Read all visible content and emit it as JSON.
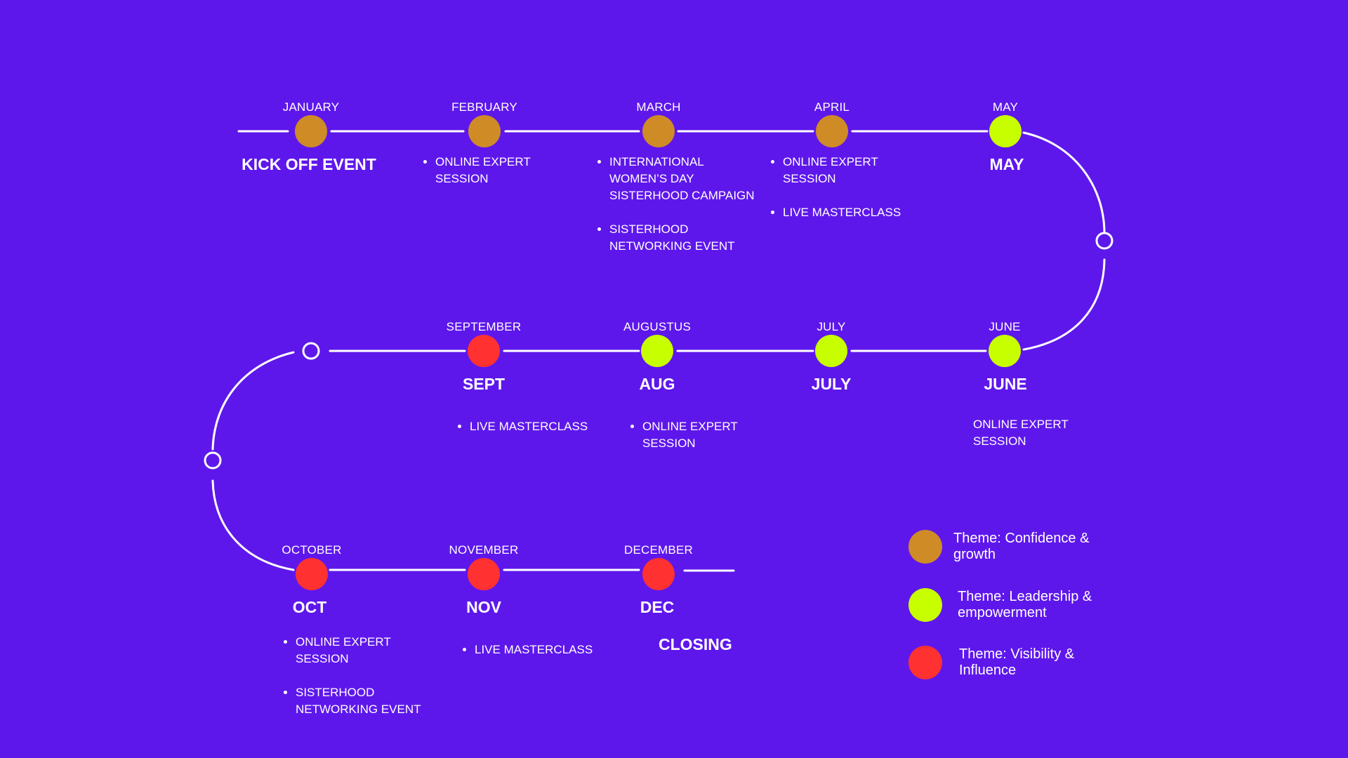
{
  "colors": {
    "background": "#5e17eb",
    "confidence": "#cf8b26",
    "leadership": "#c8ff00",
    "visibility": "#ff3131",
    "line": "#ffffff"
  },
  "months": [
    {
      "key": "january",
      "month": "JANUARY",
      "title": "KICK OFF EVENT",
      "theme": "confidence",
      "items": []
    },
    {
      "key": "february",
      "month": "FEBRUARY",
      "title": "",
      "theme": "confidence",
      "items": [
        "ONLINE EXPERT SESSION"
      ]
    },
    {
      "key": "march",
      "month": "MARCH",
      "title": "",
      "theme": "confidence",
      "items": [
        "INTERNATIONAL WOMEN’S DAY SISTERHOOD CAMPAIGN",
        "SISTERHOOD NETWORKING EVENT"
      ]
    },
    {
      "key": "april",
      "month": "APRIL",
      "title": "",
      "theme": "confidence",
      "items": [
        "ONLINE EXPERT SESSION",
        "LIVE MASTERCLASS"
      ]
    },
    {
      "key": "may",
      "month": "MAY",
      "title": "MAY",
      "theme": "leadership",
      "items": []
    },
    {
      "key": "june",
      "month": "JUNE",
      "title": "JUNE",
      "theme": "leadership",
      "items": [],
      "note": "ONLINE EXPERT SESSION"
    },
    {
      "key": "july",
      "month": "JULY",
      "title": "JULY",
      "theme": "leadership",
      "items": []
    },
    {
      "key": "august",
      "month": "AUGUSTUS",
      "title": "AUG",
      "theme": "leadership",
      "items": [
        "ONLINE EXPERT SESSION"
      ]
    },
    {
      "key": "september",
      "month": "SEPTEMBER",
      "title": "SEPT",
      "theme": "visibility",
      "items": [
        "LIVE MASTERCLASS"
      ]
    },
    {
      "key": "october",
      "month": "OCTOBER",
      "title": "OCT",
      "theme": "visibility",
      "items": [
        "ONLINE EXPERT SESSION",
        "SISTERHOOD NETWORKING EVENT"
      ]
    },
    {
      "key": "november",
      "month": "NOVEMBER",
      "title": "NOV",
      "theme": "visibility",
      "items": [
        "LIVE MASTERCLASS"
      ]
    },
    {
      "key": "december",
      "month": "DECEMBER",
      "title": "DEC",
      "theme": "visibility",
      "items": []
    }
  ],
  "closing": "CLOSING",
  "legend": [
    {
      "theme": "confidence",
      "label": "Theme: Confidence & growth"
    },
    {
      "theme": "leadership",
      "label": "Theme: Leadership & empowerment"
    },
    {
      "theme": "visibility",
      "label": "Theme: Visibility & Influence"
    }
  ]
}
